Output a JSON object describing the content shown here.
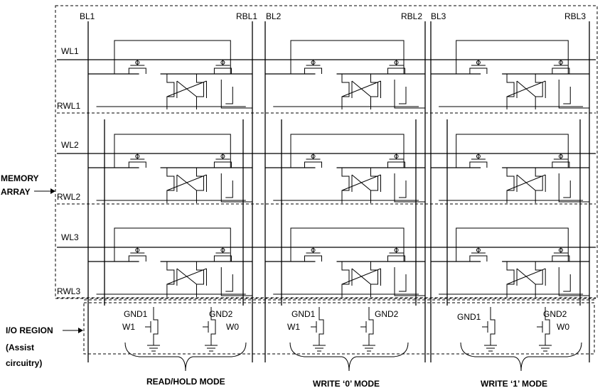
{
  "columns": [
    {
      "bl": "BL1",
      "rbl": "RBL1"
    },
    {
      "bl": "BL2",
      "rbl": "RBL2"
    },
    {
      "bl": "BL3",
      "rbl": "RBL3"
    }
  ],
  "rows": [
    {
      "wl": "WL1",
      "rwl": "RWL1"
    },
    {
      "wl": "WL2",
      "rwl": "RWL2"
    },
    {
      "wl": "WL3",
      "rwl": "RWL3"
    }
  ],
  "memory_array_label": [
    "MEMORY",
    "ARRAY"
  ],
  "io_region_label": [
    "I/O REGION",
    "(Assist",
    "circuitry)"
  ],
  "assist": [
    {
      "gnd_a": "GND1",
      "gnd_b": "GND2",
      "ctrl_a": "W1",
      "ctrl_b": "W0"
    },
    {
      "gnd_a": "GND1",
      "gnd_b": "GND2",
      "ctrl_a": "W1",
      "ctrl_b": ""
    },
    {
      "gnd_a": "GND1",
      "gnd_b": "GND2",
      "ctrl_a": "",
      "ctrl_b": "W0"
    }
  ],
  "modes": [
    "READ/HOLD MODE",
    "WRITE ‘0’ MODE",
    "WRITE ‘1’ MODE"
  ]
}
